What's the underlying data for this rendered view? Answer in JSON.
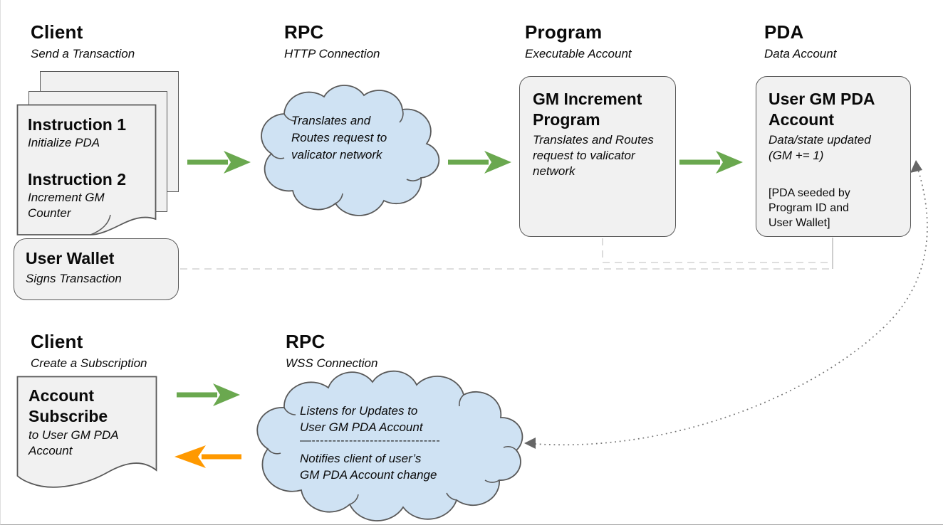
{
  "headers": {
    "client_tx": {
      "title": "Client",
      "subtitle": "Send a Transaction"
    },
    "rpc_http": {
      "title": "RPC",
      "subtitle": "HTTP Connection"
    },
    "program": {
      "title": "Program",
      "subtitle": "Executable Account"
    },
    "pda": {
      "title": "PDA",
      "subtitle": "Data Account"
    },
    "client_sub": {
      "title": "Client",
      "subtitle": "Create a Subscription"
    },
    "rpc_wss": {
      "title": "RPC",
      "subtitle": "WSS Connection"
    }
  },
  "transaction_pages": {
    "instruction1_title": "Instruction 1",
    "instruction1_desc": "Initialize PDA",
    "instruction2_title": "Instruction 2",
    "instruction2_desc": "Increment GM\nCounter"
  },
  "user_wallet": {
    "title": "User Wallet",
    "desc": "Signs Transaction"
  },
  "http_cloud": {
    "text": "Translates and\nRoutes request to\nvalicator network"
  },
  "program_box": {
    "title": "GM Increment Program",
    "desc": "Translates and Routes\nrequest to valicator\nnetwork"
  },
  "pda_box": {
    "title": "User GM PDA Account",
    "desc": "Data/state updated\n(GM += 1)",
    "note": "[PDA seeded by\nProgram ID and\nUser Wallet]"
  },
  "subscribe_doc": {
    "title": "Account\nSubscribe",
    "desc": "to User GM PDA\nAccount"
  },
  "wss_cloud": {
    "listens": "Listens for Updates to\nUser GM PDA Account",
    "separator": "—-------------------------------",
    "notifies": "Notifies client of user’s\nGM PDA Account change"
  },
  "colors": {
    "flow_arrow_green": "#6aa84f",
    "return_arrow_orange": "#ff9900",
    "cloud_fill": "#cfe2f3",
    "shape_fill": "#f1f1f1",
    "shape_border": "#595959",
    "dashed_line": "#d9d9d9",
    "dotted_line": "#737373"
  }
}
